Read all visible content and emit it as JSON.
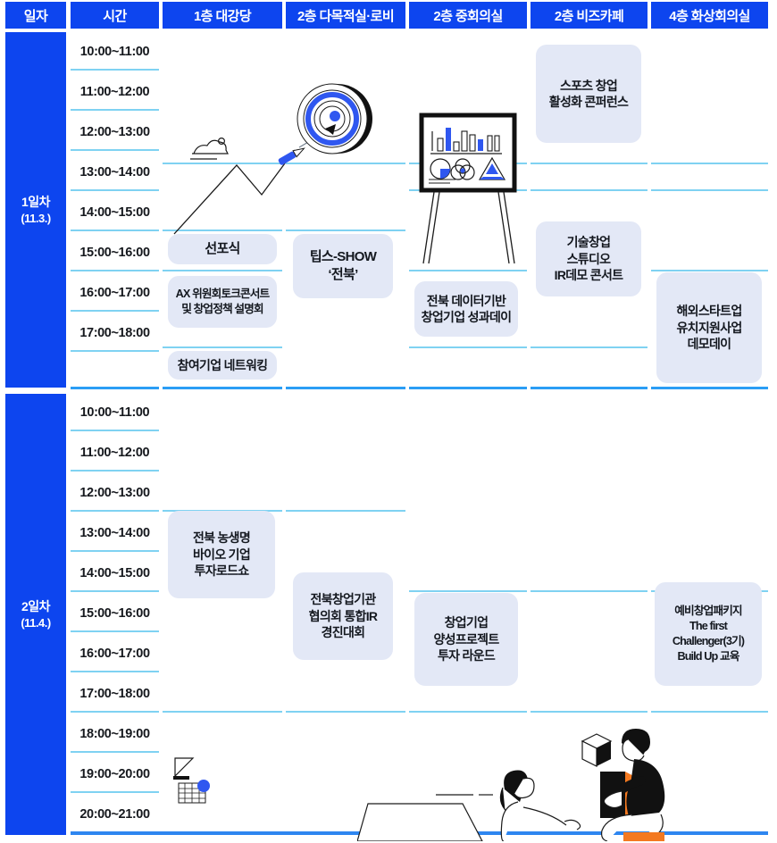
{
  "header": {
    "columns": [
      {
        "id": "date",
        "label": "일자"
      },
      {
        "id": "time",
        "label": "시간"
      },
      {
        "id": "hall1",
        "label": "1층 대강당"
      },
      {
        "id": "multi2",
        "label": "2층 다목적실·로비"
      },
      {
        "id": "mid2",
        "label": "2층 중회의실"
      },
      {
        "id": "biz2",
        "label": "2층 비즈카페"
      },
      {
        "id": "video4",
        "label": "4층 화상회의실"
      }
    ]
  },
  "days": [
    {
      "id": "day1",
      "label": "1일차",
      "date": "(11.3.)",
      "slots": [
        "10:00~11:00",
        "11:00~12:00",
        "12:00~13:00",
        "13:00~14:00",
        "14:00~15:00",
        "15:00~16:00",
        "16:00~17:00",
        "17:00~18:00"
      ]
    },
    {
      "id": "day2",
      "label": "2일차",
      "date": "(11.4.)",
      "slots": [
        "10:00~11:00",
        "11:00~12:00",
        "12:00~13:00",
        "13:00~14:00",
        "14:00~15:00",
        "15:00~16:00",
        "16:00~17:00",
        "17:00~18:00",
        "18:00~19:00",
        "19:00~20:00",
        "20:00~21:00"
      ]
    }
  ],
  "events": [
    {
      "id": "e1",
      "day": "day1",
      "room": "hall1",
      "title": "선포식"
    },
    {
      "id": "e2",
      "day": "day1",
      "room": "hall1",
      "title": "AX 위원회토크콘서트\n및 창업정책 설명회"
    },
    {
      "id": "e3",
      "day": "day1",
      "room": "hall1",
      "title": "참여기업 네트워킹"
    },
    {
      "id": "e4",
      "day": "day1",
      "room": "multi2",
      "title": "팁스-SHOW\n‘전북’"
    },
    {
      "id": "e5",
      "day": "day1",
      "room": "mid2",
      "title": "전북 데이터기반\n창업기업 성과데이"
    },
    {
      "id": "e6",
      "day": "day1",
      "room": "biz2",
      "title": "스포츠 창업\n활성화 콘퍼런스"
    },
    {
      "id": "e7",
      "day": "day1",
      "room": "biz2",
      "title": "기술창업\n스튜디오\nIR데모 콘서트"
    },
    {
      "id": "e8",
      "day": "day1",
      "room": "video4",
      "title": "해외스타트업\n유치지원사업\n데모데이"
    },
    {
      "id": "e9",
      "day": "day2",
      "room": "hall1",
      "title": "전북 농생명\n바이오 기업\n투자로드쇼"
    },
    {
      "id": "e10",
      "day": "day2",
      "room": "multi2",
      "title": "전북창업기관\n협의회 통합IR\n경진대회"
    },
    {
      "id": "e11",
      "day": "day2",
      "room": "mid2",
      "title": "창업기업\n양성프로젝트\n투자 라운드"
    },
    {
      "id": "e12",
      "day": "day2",
      "room": "video4",
      "title": "예비창업패키지\nThe first\nChallenger(3기)\nBuild Up 교육"
    }
  ],
  "artwork": [
    {
      "id": "growth-chart",
      "name": "mountain-growth-chart-illustration"
    },
    {
      "id": "target",
      "name": "dart-target-illustration"
    },
    {
      "id": "presentation-board",
      "name": "presentation-board-illustration"
    },
    {
      "id": "people",
      "name": "people-teamwork-illustration"
    },
    {
      "id": "grid-ruler",
      "name": "ruler-grid-illustration"
    }
  ],
  "colors": {
    "brand_blue": "#0d45ef",
    "divider_blue": "#7fd2f2",
    "divider_strong": "#2b9df5",
    "block_bg": "#e3e8f6",
    "text_dark": "#14181f",
    "accent_orange": "#f47920"
  }
}
